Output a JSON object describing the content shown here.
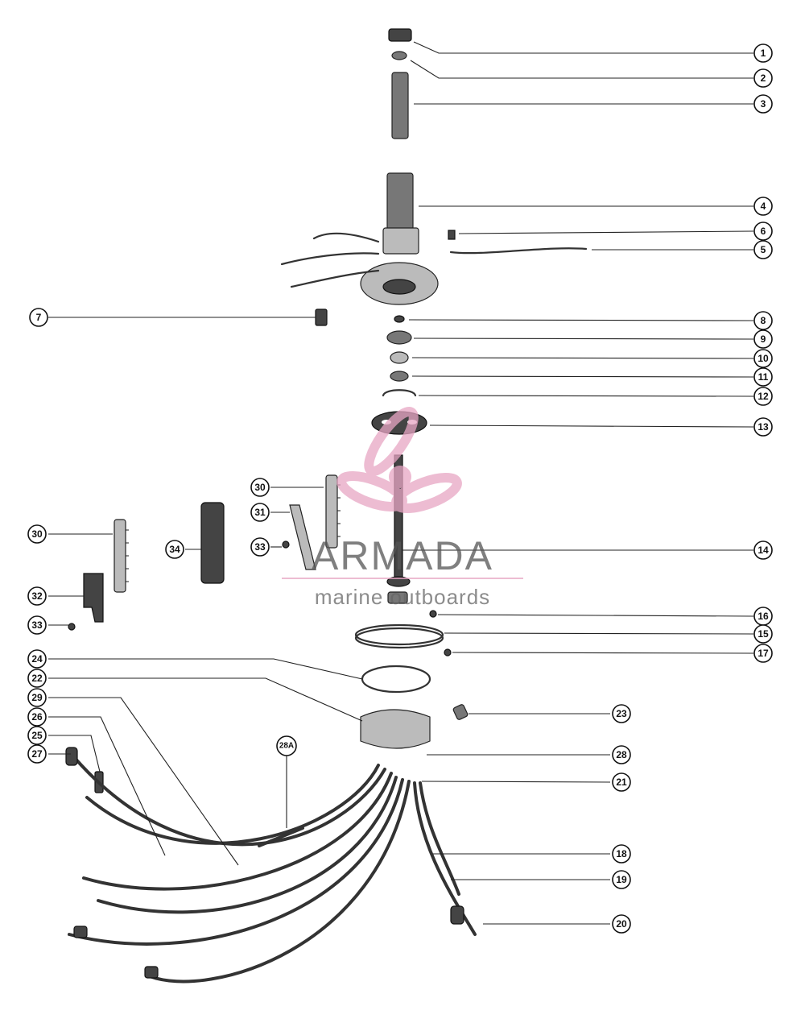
{
  "watermark": {
    "brand": "ARMADA",
    "tagline": "marine outboards",
    "logo_color": "#e8a6c4",
    "text_color": "#555555"
  },
  "callouts": [
    "1",
    "2",
    "3",
    "4",
    "6",
    "5",
    "7",
    "8",
    "9",
    "10",
    "11",
    "12",
    "13",
    "30",
    "31",
    "33",
    "30",
    "34",
    "14",
    "32",
    "33",
    "16",
    "15",
    "17",
    "24",
    "22",
    "23",
    "29",
    "26",
    "28A",
    "25",
    "27",
    "28",
    "21",
    "18",
    "19",
    "20"
  ]
}
